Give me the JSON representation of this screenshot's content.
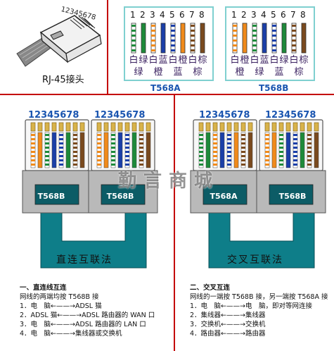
{
  "top": {
    "connector_caption": "RJ-45接头",
    "connector_pins": "12345678",
    "t568a": {
      "title": "T568A",
      "pins": [
        "1",
        "2",
        "3",
        "4",
        "5",
        "6",
        "7",
        "8"
      ],
      "names_row1": [
        "白",
        "绿",
        "白",
        "蓝",
        "白",
        "橙",
        "白",
        "棕"
      ],
      "names_row2": [
        "绿",
        "",
        "橙",
        "",
        "蓝",
        "",
        "棕",
        ""
      ],
      "colors": [
        "#ffffff",
        "#1e8a3a",
        "#ffffff",
        "#1b3fa8",
        "#ffffff",
        "#f08a1a",
        "#ffffff",
        "#7a4a1e"
      ],
      "stripe": [
        "#1e8a3a",
        "",
        "#f08a1a",
        "",
        "#1b3fa8",
        "",
        "#7a4a1e",
        ""
      ]
    },
    "t568b": {
      "title": "T568B",
      "pins": [
        "1",
        "2",
        "3",
        "4",
        "5",
        "6",
        "7",
        "8"
      ],
      "names_row1": [
        "白",
        "橙",
        "白",
        "蓝",
        "白",
        "绿",
        "白",
        "棕"
      ],
      "names_row2": [
        "橙",
        "",
        "绿",
        "",
        "蓝",
        "",
        "棕",
        ""
      ],
      "colors": [
        "#ffffff",
        "#f08a1a",
        "#ffffff",
        "#1b3fa8",
        "#ffffff",
        "#1e8a3a",
        "#ffffff",
        "#7a4a1e"
      ],
      "stripe": [
        "#f08a1a",
        "",
        "#1e8a3a",
        "",
        "#1b3fa8",
        "",
        "#7a4a1e",
        ""
      ]
    }
  },
  "bottom": {
    "left": {
      "pins_a": "12345678",
      "pins_b": "12345678",
      "plug_a": "T568B",
      "plug_b": "T568B",
      "method": "直连互联法"
    },
    "right": {
      "pins_a": "12345678",
      "pins_b": "12345678",
      "plug_a": "T568A",
      "plug_b": "T568B",
      "method": "交叉互联法"
    },
    "watermark": "勤言商城"
  },
  "legend_left": {
    "heading": "一、直连线互连",
    "sub": "网线的两端均按 T568B 接",
    "items": [
      "1．电　脑←——→ADSL 猫",
      "2．ADSL 猫←——→ADSL 路由器的 WAN 口",
      "3．电　脑←——→ADSL 路由器的 LAN 口",
      "4．电　脑←——→集线器或交换机"
    ]
  },
  "legend_right": {
    "heading": "二、交叉互连",
    "sub": "网线的一端按 T568B 接，另一端按 T568A 接",
    "items": [
      "1．电　脑←——→电　脑，即对等网连接",
      "2．集线器←——→集线器",
      "3．交换机←——→交换机",
      "4．路由器←——→路由器"
    ]
  }
}
